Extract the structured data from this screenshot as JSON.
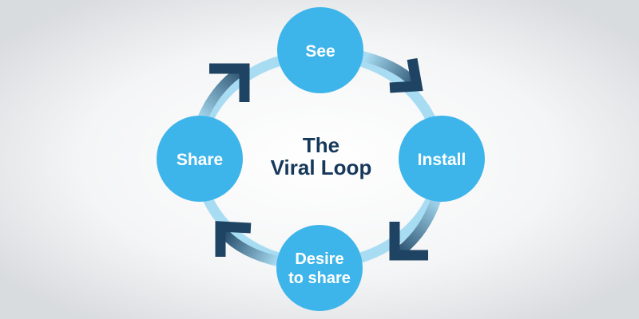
{
  "diagram": {
    "title_line1": "The",
    "title_line2": "Viral Loop",
    "nodes": {
      "see": {
        "label": "See"
      },
      "install": {
        "label": "Install"
      },
      "desire": {
        "label_line1": "Desire",
        "label_line2": "to share"
      },
      "share": {
        "label": "Share"
      }
    },
    "arrow_count": 4
  },
  "colors": {
    "node_fill": "#3eb5ea",
    "ring_light": "#a8dcf3",
    "arrow_dark": "#1f4463",
    "title_text": "#16385a",
    "background_center": "#ffffff",
    "background_edge": "#d9dcdf"
  }
}
